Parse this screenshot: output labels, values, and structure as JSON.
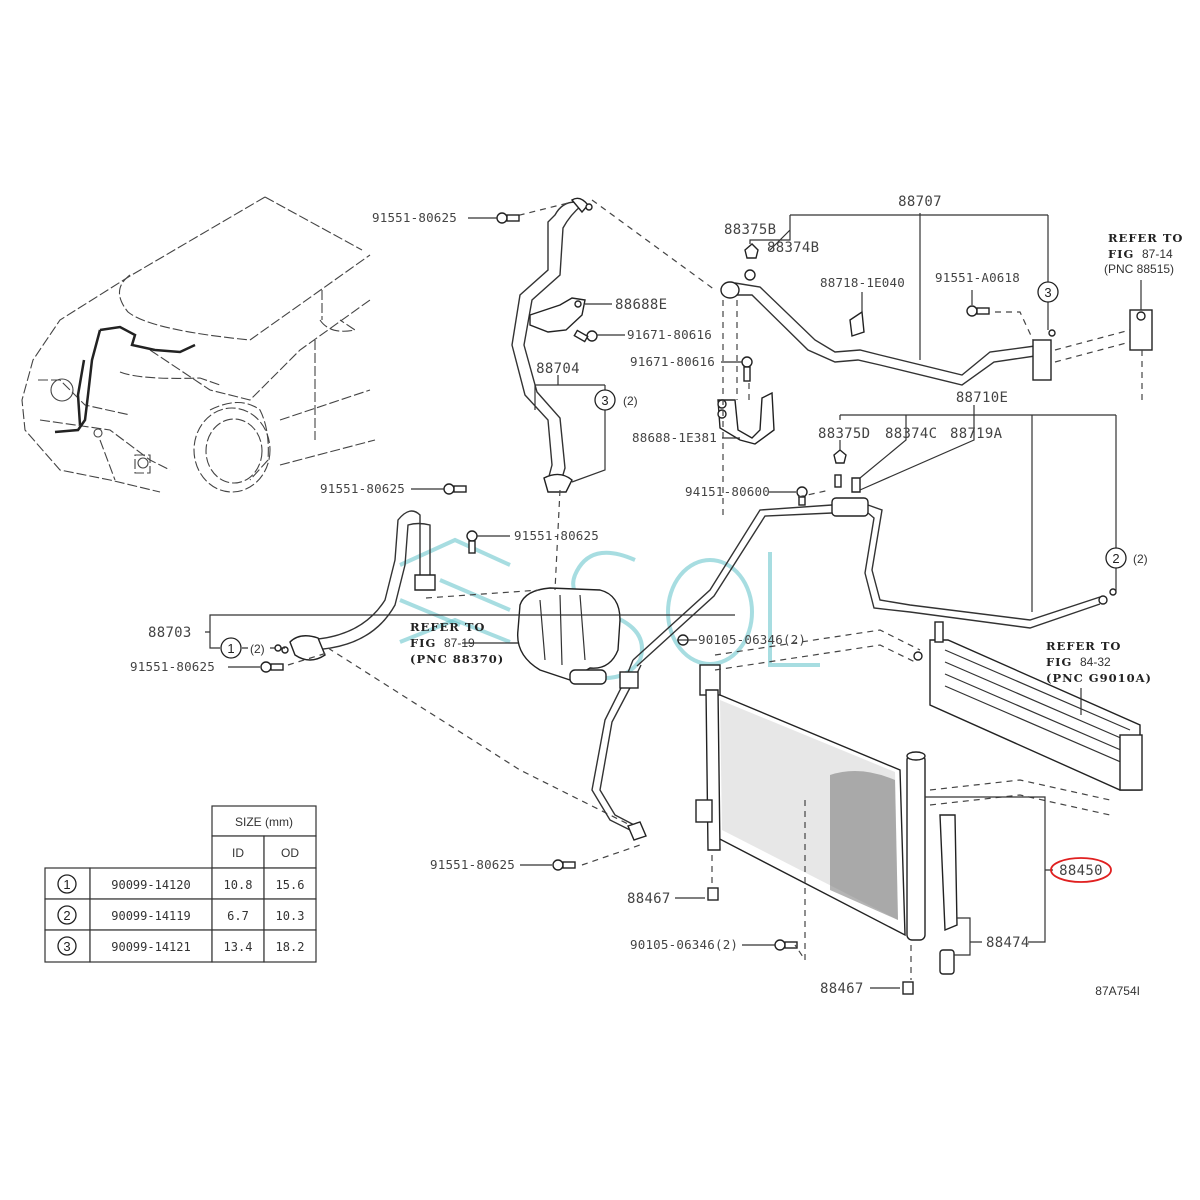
{
  "diagram": {
    "title": "Air conditioner piping and condenser parts diagram",
    "figure_code": "87A754I",
    "highlight_color": "#e02020",
    "watermark": "SOL",
    "callouts": {
      "hose_top_bolt": "91551-80625",
      "bracket_88688E": "88688E",
      "bolt_91671_a": "91671-80616",
      "hose_88704": "88704",
      "bolt_91671_b": "91671-80616",
      "bracket_1E381": "88688-1E381",
      "bolt_91551_mid": "91551-80625",
      "bolt_91551_comp": "91551-80625",
      "hose_88703": "88703",
      "bolt_91551_left": "91551-80625",
      "tube_88707": "88707",
      "cap_88375B": "88375B",
      "valve_88374B": "88374B",
      "clamp_88718": "88718-1E040",
      "bolt_91551_A0618": "91551-A0618",
      "tube_88710E": "88710E",
      "cap_88375D": "88375D",
      "valve_88374C": "88374C",
      "switch_88719A": "88719A",
      "nut_94151": "94151-80600",
      "bolt_90105_top": "90105-06346(2)",
      "bolt_91551_bottom": "91551-80625",
      "cushion_88467_a": "88467",
      "bolt_90105_bottom": "90105-06346(2)",
      "cushion_88467_b": "88467",
      "condenser_88450": "88450",
      "dryer_88474": "88474"
    },
    "o_ring_marks": {
      "r1": "1",
      "r1_qty": "(2)",
      "r2": "2",
      "r2_qty": "(2)",
      "r3a": "3",
      "r3a_qty": "(2)",
      "r3b": "3"
    },
    "references": [
      {
        "line1": "REFER TO",
        "fig_prefix": "FIG",
        "fig": "87-14",
        "pnc": "(PNC 88515)"
      },
      {
        "line1": "REFER TO",
        "fig_prefix": "FIG",
        "fig": "87-19",
        "pnc": "(PNC 88370)"
      },
      {
        "line1": "REFER TO",
        "fig_prefix": "FIG",
        "fig": "84-32",
        "pnc": "(PNC G9010A)"
      }
    ],
    "oring_table": {
      "size_header": "SIZE (mm)",
      "columns": [
        "ID",
        "OD"
      ],
      "rows": [
        {
          "mark": "1",
          "part": "90099-14120",
          "id": "10.8",
          "od": "15.6"
        },
        {
          "mark": "2",
          "part": "90099-14119",
          "id": "6.7",
          "od": "10.3"
        },
        {
          "mark": "3",
          "part": "90099-14121",
          "id": "13.4",
          "od": "18.2"
        }
      ]
    }
  }
}
